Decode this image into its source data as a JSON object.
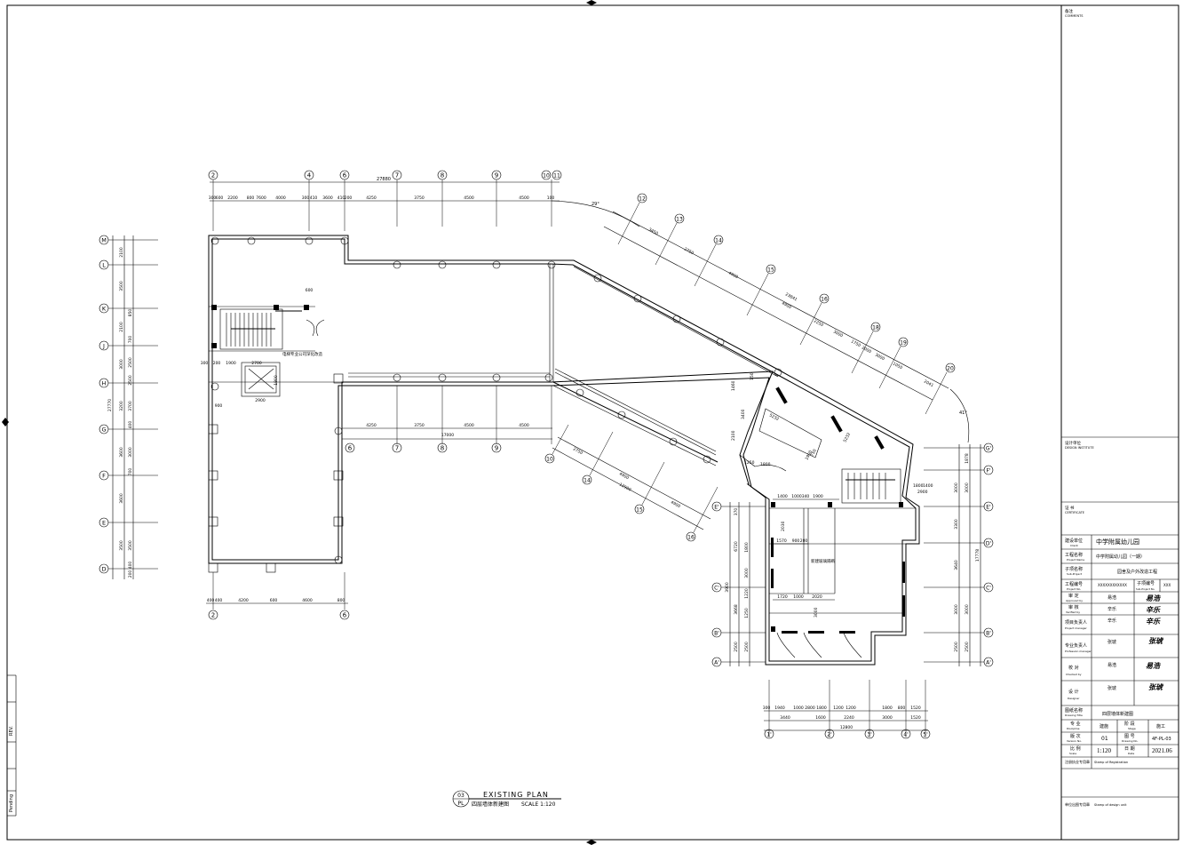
{
  "plan": {
    "grid_top": [
      "2",
      "4",
      "6",
      "7",
      "8",
      "9",
      "10",
      "11"
    ],
    "grid_bottom_left": [
      "2",
      "6"
    ],
    "grid_mid": [
      "6",
      "7",
      "8",
      "9"
    ],
    "grid_left": [
      "M",
      "L",
      "K",
      "J",
      "H",
      "G",
      "F",
      "E",
      "D"
    ],
    "grid_diag_top": [
      "12",
      "13",
      "14",
      "15",
      "16",
      "18",
      "19",
      "20"
    ],
    "grid_diag_bottom": [
      "10",
      "14",
      "15",
      "16"
    ],
    "grid_right": [
      "G'",
      "F'",
      "E'",
      "D'",
      "C'",
      "B'",
      "A'"
    ],
    "grid_right_left": [
      "E'",
      "C'",
      "B'",
      "A'"
    ],
    "grid_bottom_right": [
      "1'",
      "2'",
      "3'",
      "4'",
      "5'"
    ],
    "dims_top": [
      "300",
      "600",
      "2200",
      "800",
      "7600",
      "4000",
      "300",
      "410",
      "3600",
      "410",
      "200",
      "4250",
      "3750",
      "4500",
      "4500",
      "100"
    ],
    "dim_top_total": "27880",
    "dims_mid": [
      "4250",
      "3750",
      "4500",
      "4500"
    ],
    "dim_mid_total": "17000",
    "dims_bottom_left": [
      "400",
      "400",
      "4200",
      "600",
      "4600",
      "800"
    ],
    "dims_left_outer": [
      "2100",
      "3500",
      "2100",
      "3000",
      "3200",
      "3600",
      "3600",
      "3500"
    ],
    "dims_left_inner": [
      "850",
      "700",
      "2500",
      "2500",
      "3700",
      "400",
      "3000",
      "700",
      "3500",
      "400",
      "200"
    ],
    "dim_left_total": "27770",
    "dims_diag": [
      "3450",
      "2750",
      "4900",
      "23841",
      "4900",
      "2250",
      "3000",
      "1750",
      "2000",
      "3000",
      "1050",
      "2041"
    ],
    "dims_diag_bottom": [
      "2750",
      "4900",
      "12900",
      "4900"
    ],
    "dims_right": [
      "1878",
      "3000",
      "3000",
      "3300",
      "3640",
      "3000",
      "3000",
      "2500",
      "2500"
    ],
    "dim_right_total": "17778",
    "dims_right_left": [
      "370",
      "6720",
      "3900",
      "3668",
      "2500",
      "2500",
      "1800",
      "3000",
      "1220",
      "1250"
    ],
    "dims_bottom_right": [
      "300",
      "1940",
      "1000",
      "2800",
      "1800",
      "1200",
      "1200",
      "1800",
      "800",
      "1520"
    ],
    "dims_bottom_right_2": [
      "3440",
      "1600",
      "2240",
      "3000",
      "1520"
    ],
    "dim_bottom_right_total": "12800",
    "dims_interior": [
      "1400",
      "1000",
      "340",
      "1900",
      "1570",
      "900",
      "200",
      "1720",
      "1000",
      "2020",
      "2020",
      "5232",
      "1250",
      "1800",
      "1900",
      "750",
      "5232",
      "2700",
      "2900",
      "1900",
      "300",
      "200",
      "900",
      "600",
      "1800",
      "2700",
      "1800",
      "2900",
      "1400",
      "1460",
      "3400",
      "2100",
      "150",
      "2030",
      "3000"
    ],
    "angle_1": "29°",
    "angle_2": "41°",
    "note_1": "电梯专业公司深化改造",
    "note_2": "新建玻璃隔断"
  },
  "drawing_title": {
    "number": "03",
    "sheet": "PL",
    "title_en": "EXISTING PLAN",
    "title_cn": "四层墙体新建图",
    "scale": "SCALE 1:120"
  },
  "side_stamp": {
    "label_1": "REV.",
    "label_2": "Pending"
  },
  "title_block": {
    "comments_cn": "备注",
    "comments_en": "COMMENTS",
    "design_unit_cn": "设计单位",
    "design_unit_en": "DESIGN INSTITUTE",
    "cert_cn": "证 书",
    "cert_en": "CERTIFICATE",
    "rows": [
      {
        "label_cn": "建设单位",
        "label_en": "Client",
        "value": "中学附属幼儿园"
      },
      {
        "label_cn": "工程名称",
        "label_en": "Project Name",
        "value": "中学附属幼儿园（一期）"
      },
      {
        "label_cn": "子项名称",
        "label_en": "Sub-Project",
        "value": "园舍及户外改造工程"
      }
    ],
    "project_no_cn": "工程编号",
    "project_no_en": "Project No.",
    "project_no": "XXXXXXXXXXXX",
    "sub_no_cn": "子项编号",
    "sub_no_en": "Sub-Project No.",
    "sub_no": "XXX",
    "people": [
      {
        "label_cn": "审 定",
        "label_en": "Approved by",
        "name": "易浩",
        "sign": "易浩"
      },
      {
        "label_cn": "审 核",
        "label_en": "Verified by",
        "name": "辛乐",
        "sign": "辛乐"
      },
      {
        "label_cn": "项目负责人",
        "label_en": "Project manager",
        "name": "辛乐",
        "sign": "辛乐"
      },
      {
        "label_cn": "专业负责人",
        "label_en": "Profession manager",
        "name": "张琥",
        "sign": "张琥"
      },
      {
        "label_cn": "校 对",
        "label_en": "Checked by",
        "name": "易浩",
        "sign": "易浩"
      },
      {
        "label_cn": "设 计",
        "label_en": "Designer",
        "name": "张琥",
        "sign": "张琥"
      }
    ],
    "drawing_title_cn": "图纸名称",
    "drawing_title_en": "Drawing Title",
    "drawing_title_value": "四层墙体新建图",
    "discipline_cn": "专 业",
    "discipline_en": "Discipline",
    "discipline": "建施",
    "stage_cn": "阶 段",
    "stage_en": "Stage",
    "stage": "施工",
    "version_cn": "版 次",
    "version_en": "Version No.",
    "version": "01",
    "drawing_no_cn": "图 号",
    "drawing_no_en": "Drawing No.",
    "drawing_no": "4F-PL-03",
    "scale_cn": "比 例",
    "scale_en": "Scale",
    "scale": "1:120",
    "date_cn": "日 期",
    "date_en": "Date",
    "date": "2021.06",
    "reg_stamp_cn": "注册执业专用章",
    "reg_stamp_en": "Stamp of Registration",
    "unit_stamp_cn": "单位出图专用章",
    "unit_stamp_en": "Stamp of design unit"
  }
}
